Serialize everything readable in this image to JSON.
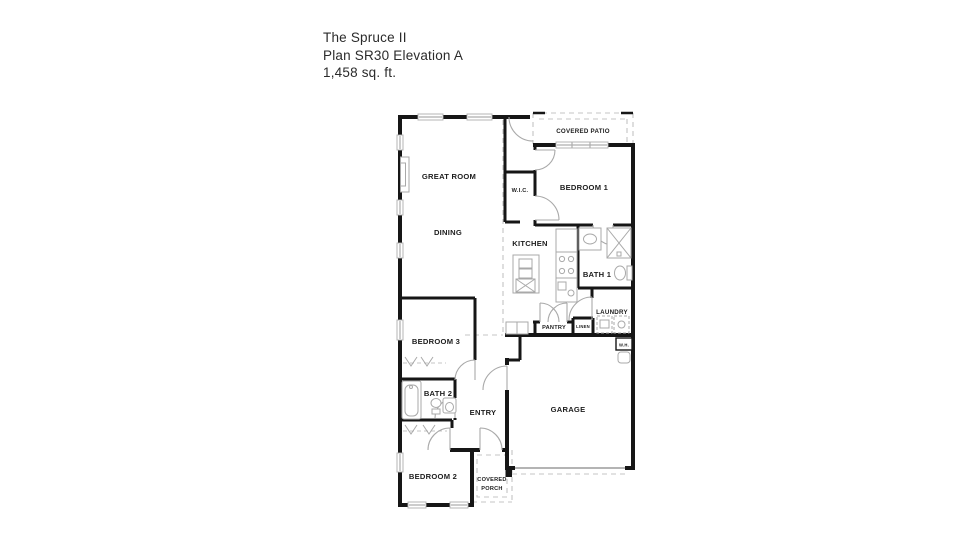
{
  "title": {
    "line1": "The Spruce II",
    "line2": "Plan SR30 Elevation A",
    "line3": "1,458 sq. ft."
  },
  "rooms": {
    "great_room": "GREAT ROOM",
    "dining": "DINING",
    "kitchen": "KITCHEN",
    "bedroom1": "BEDROOM 1",
    "wic": "W.I.C.",
    "bath1": "BATH 1",
    "laundry": "LAUNDRY",
    "pantry": "PANTRY",
    "linen": "LINEN",
    "bedroom3": "BEDROOM 3",
    "bath2": "BATH 2",
    "entry": "ENTRY",
    "bedroom2": "BEDROOM 2",
    "garage": "GARAGE",
    "covered_patio": "COVERED PATIO",
    "porch_line1": "COVERED",
    "porch_line2": "PORCH",
    "water_heater": "W.H."
  },
  "colors": {
    "wall": "#161616",
    "window": "#adadad",
    "fixture": "#a9a9a9",
    "dashed": "#c4c4c4",
    "label": "#1d1d1d",
    "background": "#ffffff"
  }
}
